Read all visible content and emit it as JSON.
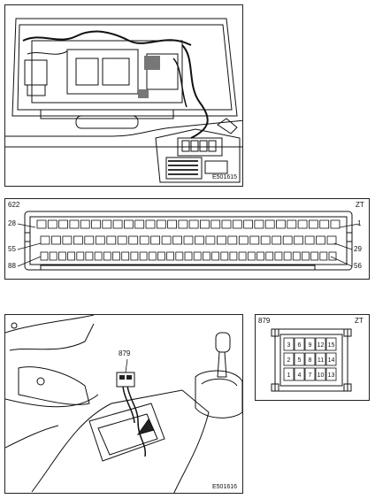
{
  "figure1": {
    "code": "E501615"
  },
  "connector_strip": {
    "id": "622",
    "tag": "ZT",
    "pin_labels": {
      "left_top": "28",
      "right_top": "1",
      "left_mid": "55",
      "right_mid": "29",
      "left_bottom": "88",
      "right_bottom": "56"
    }
  },
  "figure2": {
    "callout": "879",
    "code": "E501616"
  },
  "connector_879": {
    "id": "879",
    "tag": "ZT",
    "pins": [
      [
        "3",
        "6",
        "9",
        "12",
        "15"
      ],
      [
        "2",
        "5",
        "8",
        "11",
        "14"
      ],
      [
        "1",
        "4",
        "7",
        "10",
        "13"
      ]
    ]
  }
}
